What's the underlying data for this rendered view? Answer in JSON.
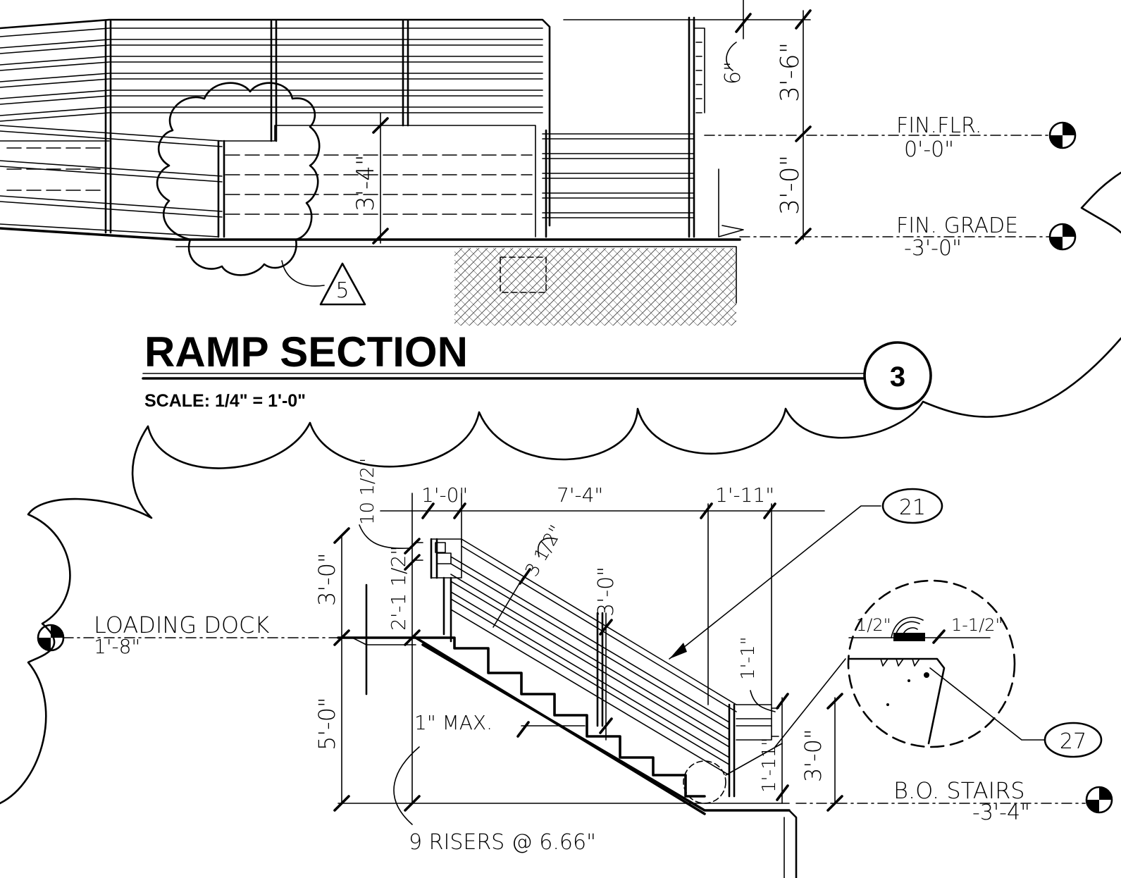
{
  "ramp": {
    "title": "RAMP SECTION",
    "scale": "SCALE: 1/4\" = 1'-0\"",
    "section_number": "3",
    "revision_tag": "5",
    "dim_guard": "6\"",
    "dim_rail_upper": "3'-6\"",
    "dim_rail_lower": "3'-0\"",
    "dim_wall": "3'-4\"",
    "fin_flr_label": "FIN.FLR.",
    "fin_flr_value": "0'-0\"",
    "fin_grade_label": "FIN. GRADE",
    "fin_grade_value": "-3'-0\""
  },
  "stair": {
    "dim_top_a": "1'-0\"",
    "dim_top_b": "7'-4\"",
    "dim_top_c": "1'-11\"",
    "dim_rail_gap": "10 1/2\"",
    "dim_left_upper": "3'-0\"",
    "dim_left_mid": "2'-1 1/2\"",
    "dim_left_lower": "5'-0\"",
    "dim_rail_diag": "3 1/2\"",
    "dim_rail_height": "3'-0\"",
    "dim_end_a": "1'-1\"",
    "dim_end_b": "1'-11\"",
    "dim_end_c": "3'-0\"",
    "max_label": "1\" MAX.",
    "risers_note": "9 RISERS @ 6.66\"",
    "loading_dock_label": "LOADING DOCK",
    "loading_dock_value": "1'-8\"",
    "bo_stairs_label": "B.O. STAIRS",
    "bo_stairs_value": "-3'-4\"",
    "tag_21": "21",
    "tag_27": "27",
    "nosing_a": "1/2\"",
    "nosing_b": "1-1/2\""
  }
}
